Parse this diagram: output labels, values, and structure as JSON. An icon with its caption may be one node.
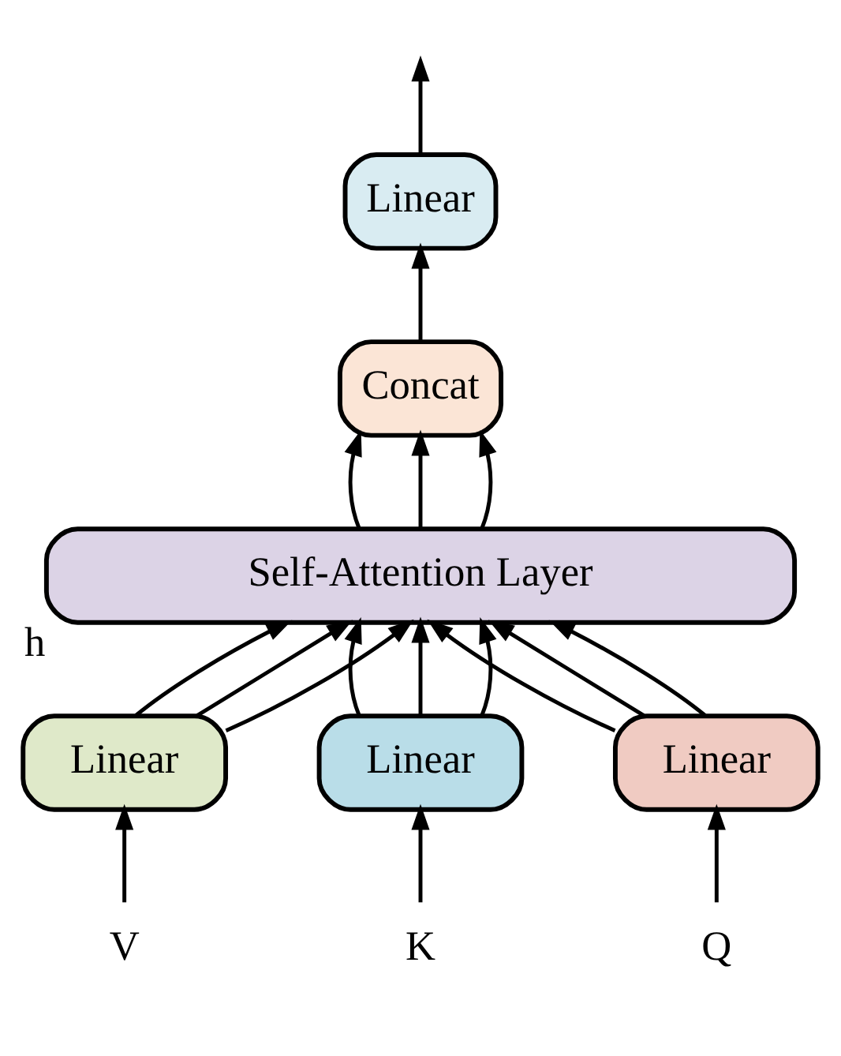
{
  "diagram": {
    "nodes": [
      {
        "text": [
          "Linear"
        ]
      },
      {
        "text": [
          "Concat"
        ]
      },
      {
        "text": [
          "Self-Attention Layer"
        ],
        "beside": [
          "h"
        ]
      },
      {
        "text": [
          "Linear"
        ]
      },
      {
        "text": [
          "Linear"
        ]
      },
      {
        "text": [
          "Linear"
        ]
      },
      {
        "text": [
          "V"
        ]
      },
      {
        "text": [
          "K"
        ]
      },
      {
        "text": [
          "Q"
        ]
      }
    ],
    "edges": [
      {
        "from": 0,
        "to": null,
        "arrow": "to"
      },
      {
        "from": 1,
        "to": 0,
        "arrow": "to"
      },
      {
        "from": 2,
        "to": 1,
        "arrow": "to"
      },
      {
        "from": 2,
        "to": 1,
        "arrow": "to"
      },
      {
        "from": 2,
        "to": 1,
        "arrow": "to"
      },
      {
        "from": 3,
        "to": 2,
        "arrow": "to"
      },
      {
        "from": 3,
        "to": 2,
        "arrow": "to"
      },
      {
        "from": 3,
        "to": 2,
        "arrow": "to"
      },
      {
        "from": 4,
        "to": 2,
        "arrow": "to"
      },
      {
        "from": 4,
        "to": 2,
        "arrow": "to"
      },
      {
        "from": 4,
        "to": 2,
        "arrow": "to"
      },
      {
        "from": 5,
        "to": 2,
        "arrow": "to"
      },
      {
        "from": 5,
        "to": 2,
        "arrow": "to"
      },
      {
        "from": 5,
        "to": 2,
        "arrow": "to"
      },
      {
        "from": 6,
        "to": 3,
        "arrow": "to"
      },
      {
        "from": 7,
        "to": 4,
        "arrow": "to"
      },
      {
        "from": 8,
        "to": 5,
        "arrow": "to"
      }
    ]
  }
}
